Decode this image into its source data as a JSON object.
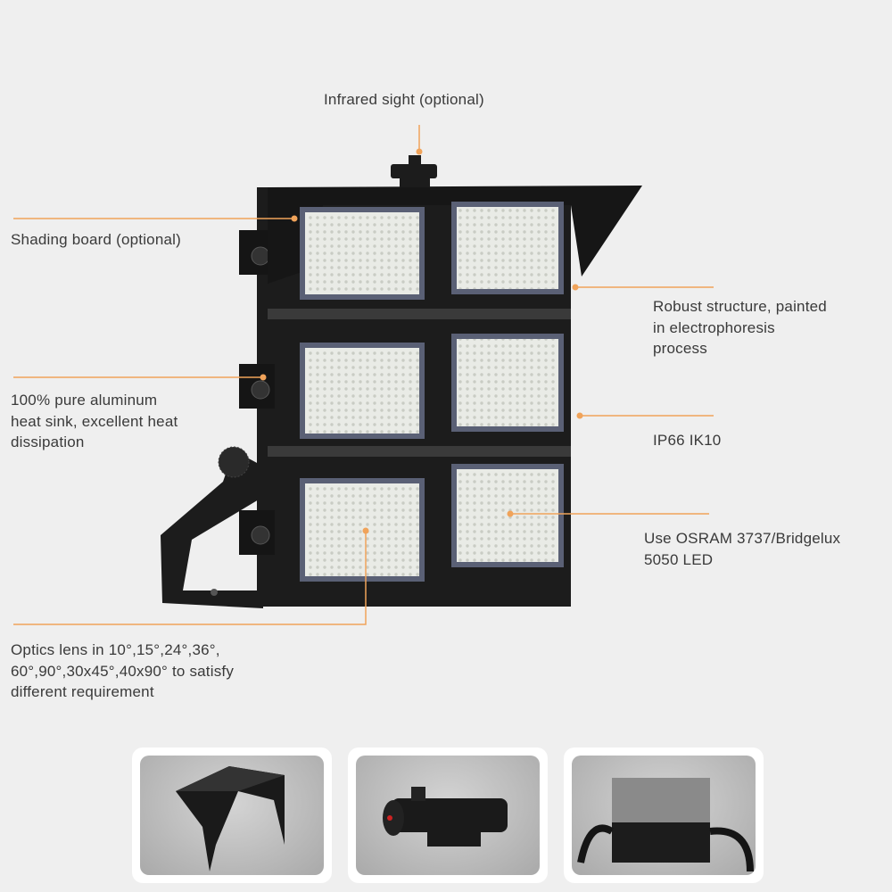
{
  "callouts": {
    "infrared": "Infrared sight (optional)",
    "shading": "Shading board (optional)",
    "robust": [
      "Robust structure, painted",
      "in electrophoresis",
      "process"
    ],
    "aluminum": [
      "100% pure aluminum",
      "heat sink, excellent heat",
      "dissipation"
    ],
    "ip": "IP66 IK10",
    "led": [
      "Use OSRAM 3737/Bridgelux",
      "5050 LED"
    ],
    "optics": [
      "Optics lens in 10°,15°,24°,36°,",
      "60°,90°,30x45°,40x90° to satisfy",
      "different requirement"
    ]
  },
  "colors": {
    "accent": "#f0a35a",
    "background": "#efefef",
    "fixture": "#1c1c1c"
  },
  "accessories": [
    "shading-board",
    "infrared-sight",
    "driver-box"
  ]
}
